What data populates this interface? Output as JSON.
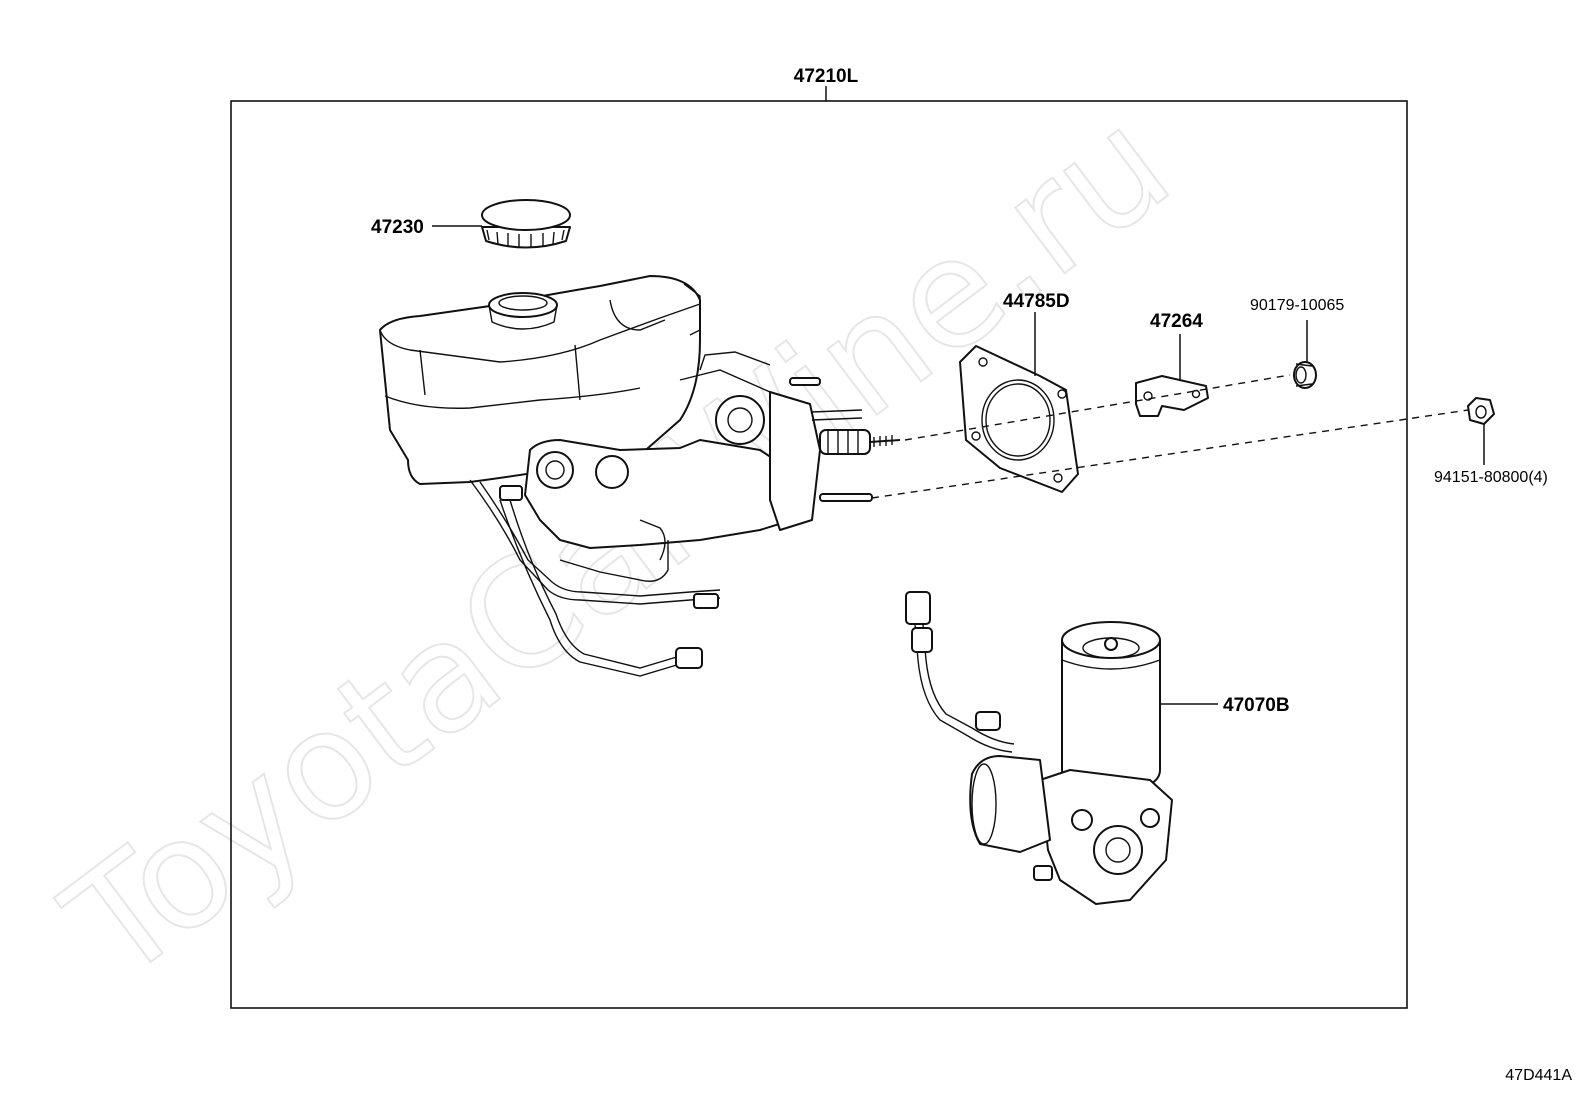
{
  "assembly": {
    "label": "47210L"
  },
  "parts": {
    "cap": "47230",
    "gasket": "44785D",
    "bracket": "47264",
    "bushing": "90179-10065",
    "nut": "94151-80800(4)",
    "pump": "47070B"
  },
  "watermark": "ToyotaCarWine.ru",
  "diagram_code": "47D441A"
}
